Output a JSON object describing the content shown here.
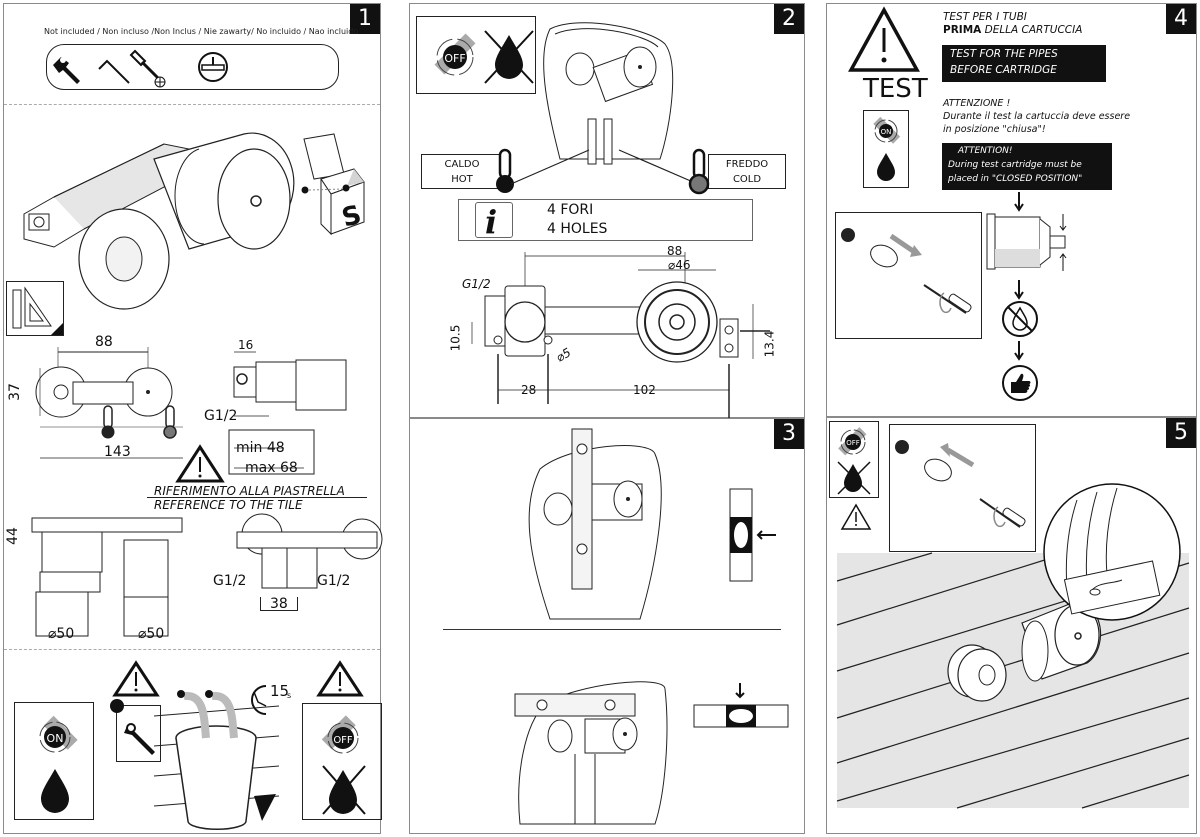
{
  "panels": {
    "p1": {
      "number": "1",
      "tools_caption": "Not included / Non incluso /Non Inclus / Nie zawarty/ No incluido / Nao incluido",
      "tools": [
        "wrench-icon",
        "allen-key-icon",
        "phillips-screwdriver-icon",
        "spirit-level-icon"
      ],
      "dimensions": {
        "top_width": "88",
        "height_left": "37",
        "overall_width": "143",
        "depth_top": "16",
        "thread_side": "G1/2",
        "min_depth": "min 48",
        "max_depth": "max 68",
        "front_height": "44",
        "diameter_left": "⌀50",
        "diameter_right": "⌀50",
        "thread_left": "G1/2",
        "thread_right": "G1/2",
        "thread_spacing": "38"
      },
      "tile_reference_it": "RIFERIMENTO ALLA PIASTRELLA",
      "tile_reference_en": "REFERENCE TO THE TILE",
      "flush_time": "15",
      "flush_time_unit": "s",
      "on_label": "ON",
      "off_label": "OFF"
    },
    "p2": {
      "number": "2",
      "off_label": "OFF",
      "hot_label_it": "CALDO",
      "hot_label_en": "HOT",
      "cold_label_it": "FREDDO",
      "cold_label_en": "COLD",
      "info_it": "4 FORI",
      "info_en": "4 HOLES",
      "dimensions": {
        "center_distance": "88",
        "diameter": "⌀46",
        "thread": "G1/2",
        "height_left": "10.5",
        "hole_diameter": "⌀5",
        "height_right": "13.4",
        "hole_spacing_left": "28",
        "hole_spacing_right": "102"
      }
    },
    "p3": {
      "number": "3"
    },
    "p4": {
      "number": "4",
      "test_word": "TEST",
      "title_it_line1": "TEST PER I TUBI",
      "title_it_bold": "PRIMA",
      "title_it_line2_rest": " DELLA CARTUCCIA",
      "title_en_line1": "TEST FOR THE PIPES",
      "title_en_line2": "BEFORE CARTRIDGE",
      "attention_it": "ATTENZIONE !",
      "attention_it_body1": "Durante il test la cartuccia deve essere",
      "attention_it_body2": "in posizione \"chiusa\"!",
      "attention_en": "ATTENTION!",
      "attention_en_body1": "During test cartridge must be",
      "attention_en_body2": "placed in \"CLOSED POSITION\"",
      "on_label": "ON"
    },
    "p5": {
      "number": "5",
      "off_label": "OFF"
    }
  }
}
